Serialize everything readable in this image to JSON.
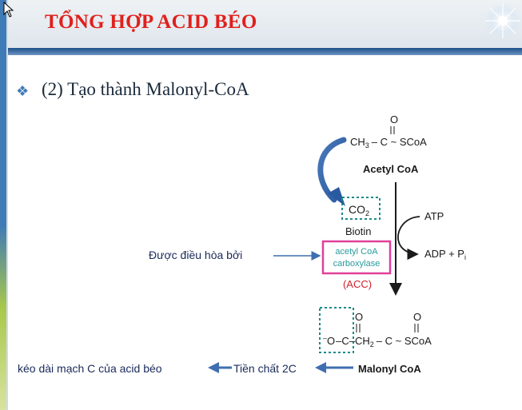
{
  "slide": {
    "title": "TỔNG HỢP ACID BÉO",
    "bullet_text": "(2) Tạo thành Malonyl-CoA"
  },
  "diagram": {
    "acetyl_formula": {
      "ch3": "CH",
      "ch3_sub": "3",
      "dash_c": "– C ~ SCoA",
      "o": "O"
    },
    "acetyl_label": "Acetyl CoA",
    "co2": "CO",
    "co2_sub": "2",
    "biotin": "Biotin",
    "atp": "ATP",
    "adp": "ADP + P",
    "adp_sub": "i",
    "enzyme_line1": "acetyl CoA",
    "enzyme_line2": "carboxylase",
    "acc": "(ACC)",
    "regulated_by": "Được điều hòa bởi",
    "malonyl_formula": {
      "minus_o": "O",
      "minus_sup": "–",
      "c1": "–C–",
      "ch2": "CH",
      "ch2_sub": "2",
      "c2": "– C ~ SCoA",
      "o1": "O",
      "o2": "O"
    },
    "malonyl_label": "Malonyl CoA",
    "precursor": "Tiền chất 2C",
    "elongation": "kéo dài mạch C của acid béo"
  },
  "colors": {
    "title_red": "#e0201c",
    "accent_blue": "#3f7bb6",
    "enzyme_box": "#e0409a",
    "co2_box_dots": "#1a8a8a",
    "acc_red": "#d0202a"
  }
}
